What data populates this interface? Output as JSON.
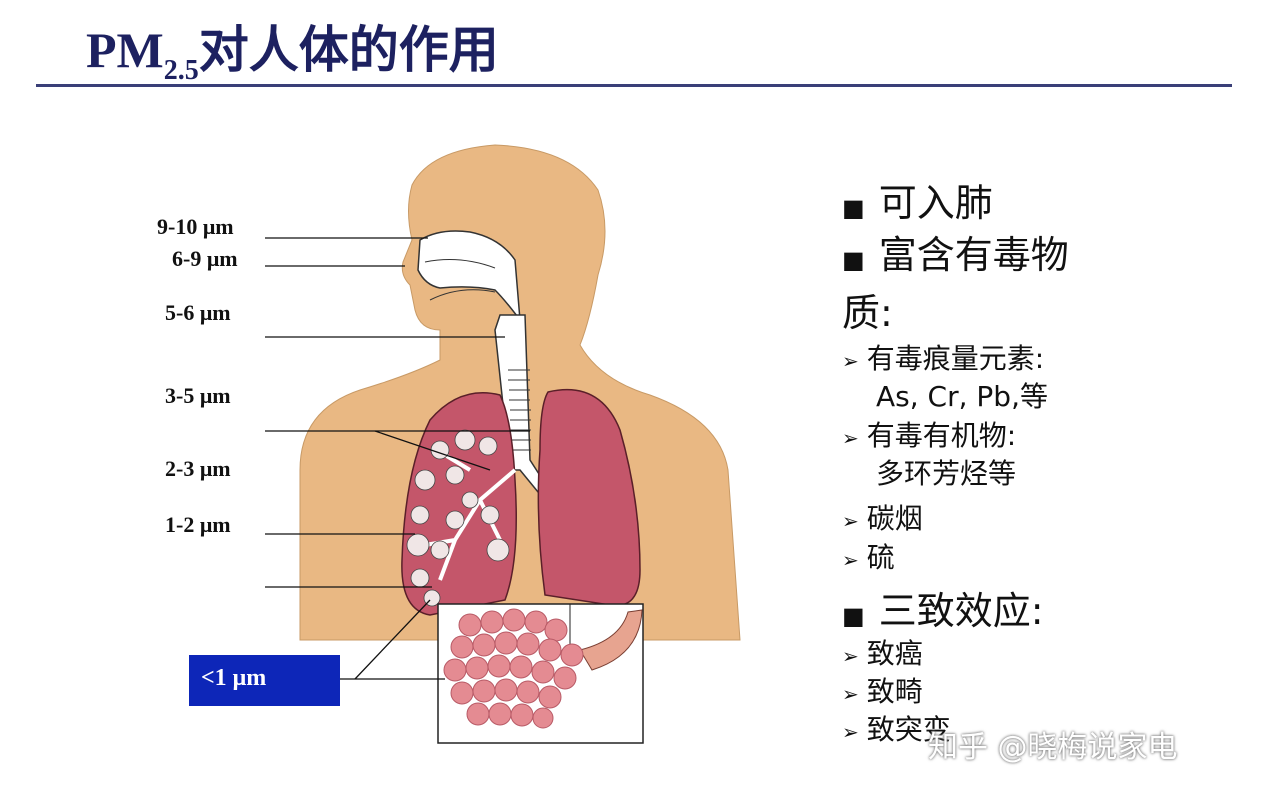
{
  "title": {
    "main": "PM",
    "subscript": "2.5",
    "rest": "对人体的作用"
  },
  "size_labels": [
    "9-10 μm",
    "6-9 μm",
    "5-6  μm",
    "3-5  μm",
    "2-3  μm",
    "1-2  μm"
  ],
  "highlight_label": "<1 μm",
  "right_list": {
    "b1": "可入肺",
    "b2": "富含有毒物",
    "b2_cont": "质:",
    "s1": "有毒痕量元素:",
    "s1_detail": "As, Cr, Pb,等",
    "s2": "有毒有机物:",
    "s2_detail": "多环芳烃等",
    "s3": "碳烟",
    "s4": "硫",
    "b3": "三致效应:",
    "e1": "致癌",
    "e2": "致畸",
    "e3": "致突变"
  },
  "markers": {
    "square": "■",
    "arrow": "➢"
  },
  "watermark": "知乎 @晓梅说家电",
  "colors": {
    "title": "#1d2160",
    "skin": "#e9b883",
    "lung": "#c4566a",
    "alveoli": "#e48b92",
    "highlight_box": "#0d26b8"
  }
}
